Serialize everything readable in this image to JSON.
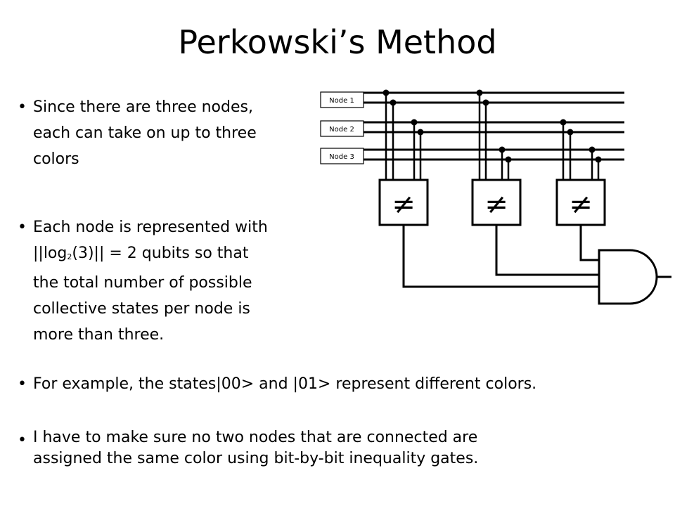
{
  "title": "Perkowski’s Method",
  "bullets": [
    {
      "lines": [
        "Since there are three nodes,",
        "each can take on up to three",
        "colors"
      ]
    },
    {
      "lines": [
        "Each node is represented with",
        "2 qubits so that",
        "the total number of possible",
        "collective states per node is",
        "more than three."
      ],
      "log_prefix": "||log",
      "log_sub": "2",
      "log_suffix": "(3)|| = "
    },
    {
      "lines": [
        "For example, the states|00> and |01> represent different colors."
      ]
    },
    {
      "lines": [
        "I have to make sure no two nodes that are connected are",
        "assigned the same color using bit-by-bit inequality gates."
      ]
    }
  ],
  "bullet_symbol": "•",
  "circuit": {
    "node_labels": [
      "Node 1",
      "Node 2",
      "Node 3"
    ],
    "gate_symbol": "≠"
  }
}
